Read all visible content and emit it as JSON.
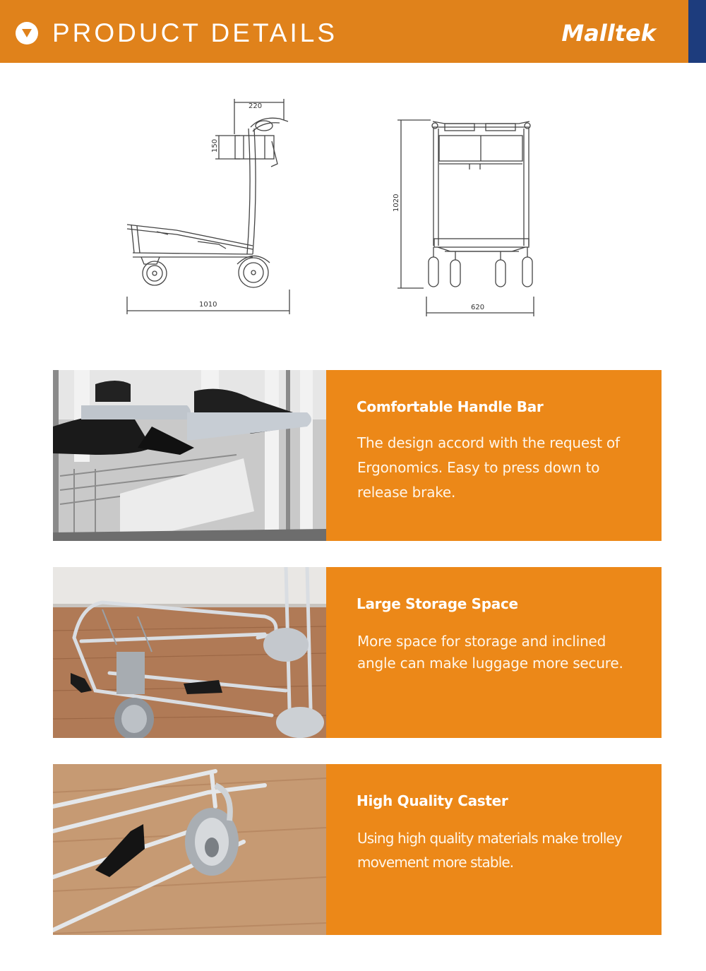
{
  "header": {
    "title": "PRODUCT DETAILS",
    "brand": "Malltek",
    "icon": "chevron-down-circle-icon",
    "colors": {
      "background": "#e0821b",
      "stripe": "#1d3c7d"
    }
  },
  "drawings": {
    "side_view": {
      "width_label": "1010",
      "top_label": "220",
      "basket_label": "150"
    },
    "front_view": {
      "height_label": "1020",
      "width_label": "620"
    }
  },
  "features": [
    {
      "title": "Comfortable Handle Bar",
      "lines": [
        "The design accord with the request of",
        "Ergonomics. Easy to press down to",
        "release brake."
      ]
    },
    {
      "title": "Large Storage Space",
      "lines": [
        "More space for storage and inclined",
        "angle can make luggage more secure."
      ]
    },
    {
      "title": "High Quality Caster",
      "lines": [
        "Using high quality materials make trolley",
        "movement more stable."
      ]
    }
  ],
  "colors": {
    "panel": "#ec8818"
  }
}
